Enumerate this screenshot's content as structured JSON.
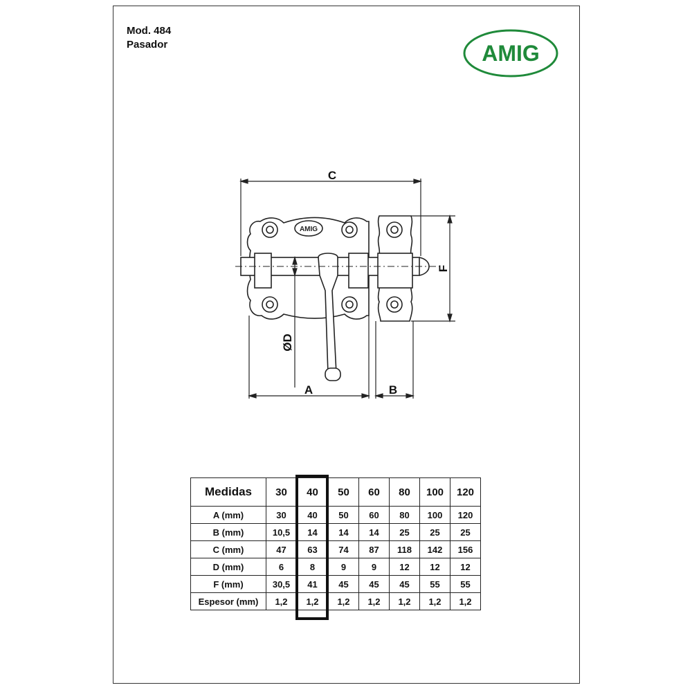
{
  "header": {
    "model": "Mod. 484",
    "product": "Pasador"
  },
  "logo": {
    "text": "AMIG",
    "color": "#1f8a3a"
  },
  "dimension_labels": {
    "A": "A",
    "B": "B",
    "C": "C",
    "D": "ØD",
    "F": "F"
  },
  "stamp_text": "AMIG",
  "table": {
    "header": [
      "Medidas",
      "30",
      "40",
      "50",
      "60",
      "80",
      "100",
      "120"
    ],
    "rows": [
      [
        "A (mm)",
        "30",
        "40",
        "50",
        "60",
        "80",
        "100",
        "120"
      ],
      [
        "B (mm)",
        "10,5",
        "14",
        "14",
        "14",
        "25",
        "25",
        "25"
      ],
      [
        "C (mm)",
        "47",
        "63",
        "74",
        "87",
        "118",
        "142",
        "156"
      ],
      [
        "D (mm)",
        "6",
        "8",
        "9",
        "9",
        "12",
        "12",
        "12"
      ],
      [
        "F (mm)",
        "30,5",
        "41",
        "45",
        "45",
        "45",
        "55",
        "55"
      ],
      [
        "Espesor (mm)",
        "1,2",
        "1,2",
        "1,2",
        "1,2",
        "1,2",
        "1,2",
        "1,2"
      ]
    ],
    "highlighted_column": "40"
  }
}
